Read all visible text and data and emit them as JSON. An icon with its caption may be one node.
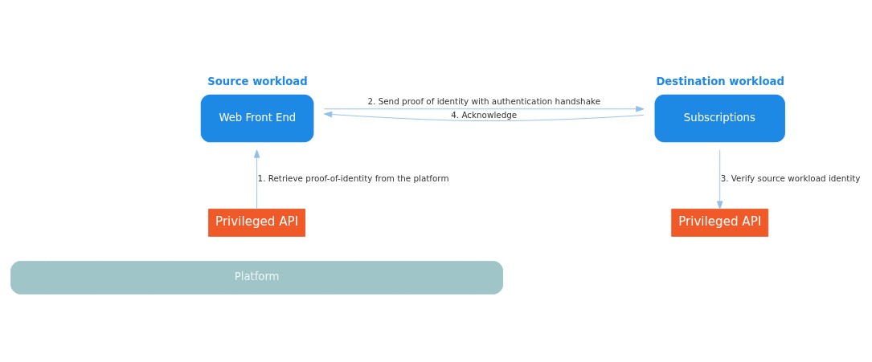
{
  "diagram": {
    "nodes": [
      {
        "text": [
          "Source workload",
          "Web Front End"
        ]
      },
      {
        "text": [
          "Destination workload",
          "Subscriptions"
        ]
      },
      {
        "text": [
          "Platform"
        ]
      },
      {
        "text": [
          "Privileged API"
        ]
      },
      {
        "text": [
          "Privileged API"
        ]
      }
    ],
    "edges": [
      {
        "from": 3,
        "to": 0,
        "arrow": "to",
        "label": "1. Retrieve proof-of-identity from the platform"
      },
      {
        "from": 0,
        "to": 1,
        "arrow": "to",
        "label": "2. Send proof of identity with authentication handshake"
      },
      {
        "from": 1,
        "to": 4,
        "arrow": "to",
        "label": "3. Verify source workload identity"
      },
      {
        "from": 1,
        "to": 0,
        "arrow": "to",
        "label": "4. Acknowledge"
      }
    ]
  }
}
